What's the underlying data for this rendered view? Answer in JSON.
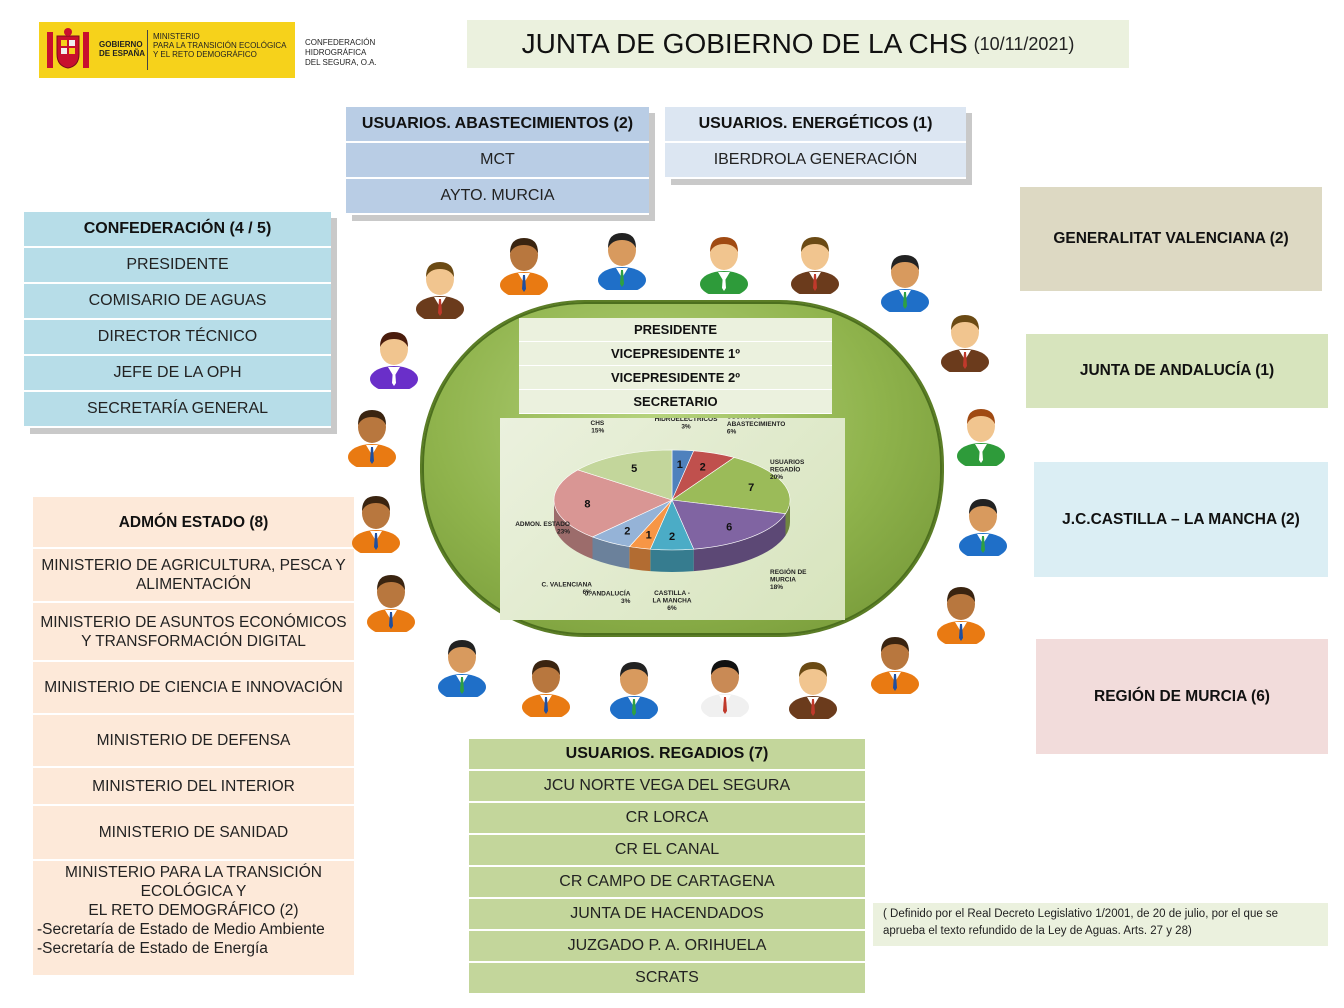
{
  "header": {
    "title": "JUNTA DE GOBIERNO DE LA CHS",
    "date": "(10/11/2021)",
    "logo": {
      "gob_line1": "GOBIERNO",
      "gob_line2": "DE ESPAÑA",
      "min_line1": "MINISTERIO",
      "min_line2": "PARA LA TRANSICIÓN ECOLÓGICA",
      "min_line3": "Y EL RETO DEMOGRÁFICO",
      "conf_line1": "CONFEDERACIÓN",
      "conf_line2": "HIDROGRÁFICA",
      "conf_line3": "DEL SEGURA, O.A."
    }
  },
  "abastecimientos": {
    "header": "USUARIOS. ABASTECIMIENTOS (2)",
    "items": [
      "MCT",
      "AYTO.  MURCIA"
    ]
  },
  "energeticos": {
    "header": "USUARIOS. ENERGÉTICOS (1)",
    "items": [
      "IBERDROLA GENERACIÓN"
    ]
  },
  "confederacion": {
    "header": "CONFEDERACIÓN (4 / 5)",
    "items": [
      "PRESIDENTE",
      "COMISARIO  DE AGUAS",
      "DIRECTOR TÉCNICO",
      "JEFE DE LA OPH",
      "SECRETARÍA GENERAL"
    ]
  },
  "admon": {
    "header": "ADMÓN ESTADO (8)",
    "items": [
      "MINISTERIO   DE AGRICULTURA,  PESCA Y ALIMENTACIÓN",
      "MINISTERIO   DE ASUNTOS ECONÓMICOS Y TRANSFORMACIÓN   DIGITAL",
      "MINISTERIO  DE CIENCIA  E INNOVACIÓN",
      "MINISTERIO  DE DEFENSA",
      "MINISTERIO   DEL INTERIOR",
      "MINISTERIO  DE SANIDAD"
    ],
    "last_l1": "MINISTERIO  PARA LA TRANSICIÓN ECOLÓGICA Y",
    "last_l2": "EL RETO DEMOGRÁFICO  (2)",
    "last_l3": "-Secretaría  de Estado de Medio Ambiente",
    "last_l4": "-Secretaría  de Estado de Energía"
  },
  "regadios": {
    "header": "USUARIOS. REGADIOS (7)",
    "items": [
      "JCU NORTE  VEGA DEL SEGURA",
      "CR LORCA",
      "CR EL CANAL",
      "CR CAMPO DE CARTAGENA",
      "JUNTA DE HACENDADOS",
      "JUZGADO  P. A. ORIHUELA",
      "SCRATS"
    ]
  },
  "regions": {
    "valenciana": "GENERALITAT VALENCIANA (2)",
    "andalucia": "JUNTA DE ANDALUCÍA (1)",
    "castilla": "J.C.CASTILLA – LA MANCHA (2)",
    "murcia": "REGIÓN DE MURCIA (6)"
  },
  "roles": [
    "PRESIDENTE",
    "VICEPRESIDENTE 1º",
    "VICEPRESIDENTE 2º",
    "SECRETARIO"
  ],
  "note": "( Definido por el Real Decreto Legislativo 1/2001, de 20 de julio, por el que se aprueba el texto refundido de la Ley de Aguas. Arts. 27 y 28)",
  "colors": {
    "confederacion": "#b7dde8",
    "abastecimientos": "#b9cde5",
    "energeticos": "#dce6f2",
    "admon": "#fde9d9",
    "regadios": "#c3d69b",
    "valenciana": "#ddd9c3",
    "andalucia": "#d7e4bd",
    "castilla": "#dbeef4",
    "murcia": "#f2dcdb",
    "table": "#8fb34c"
  },
  "chart_data": {
    "type": "pie",
    "title": "",
    "slices": [
      {
        "name": "USUARIOS HIDROELÉCTRICOS",
        "value": 1,
        "percent": "3%",
        "color": "#4f81bd"
      },
      {
        "name": "USUARIOS ABASTECIMIENTO",
        "value": 2,
        "percent": "6%",
        "color": "#c0504d"
      },
      {
        "name": "USUARIOS REGADÍO",
        "value": 7,
        "percent": "20%",
        "color": "#9bbb59"
      },
      {
        "name": "REGIÓN DE MURCIA",
        "value": 6,
        "percent": "18%",
        "color": "#8064a2"
      },
      {
        "name": "CASTILLA - LA MANCHA",
        "value": 2,
        "percent": "6%",
        "color": "#4bacc6"
      },
      {
        "name": "J. ANDALUCÍA",
        "value": 1,
        "percent": "3%",
        "color": "#f79646"
      },
      {
        "name": "C. VALENCIANA",
        "value": 2,
        "percent": "6%",
        "color": "#95b3d7"
      },
      {
        "name": "ADMON. ESTADO",
        "value": 8,
        "percent": "23%",
        "color": "#d99694"
      },
      {
        "name": "CHS",
        "value": 5,
        "percent": "15%",
        "color": "#c3d69b"
      }
    ]
  }
}
